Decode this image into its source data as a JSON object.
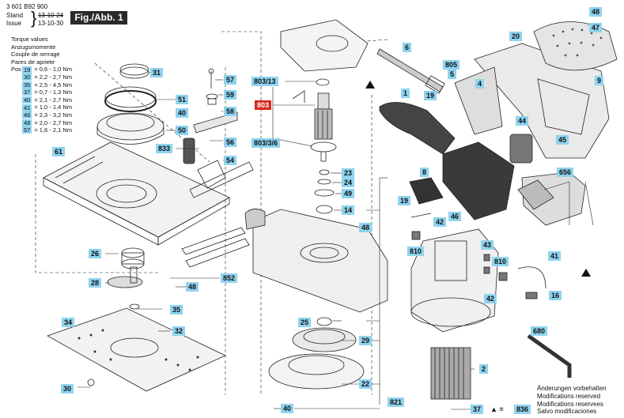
{
  "header": {
    "part_number": "3 601 B92 900",
    "stand_label": "Stand",
    "issue_label": "Issue",
    "stand_date": "13-10-24",
    "issue_date": "13-10-30",
    "figure": "Fig./Abb. 1"
  },
  "torque": {
    "lines": [
      "Torque values",
      "Anzugsmomente",
      "Couple de serrage",
      "Pares de apriete"
    ],
    "pos_label": "Pos",
    "rows": [
      {
        "pos": "19",
        "value": "= 0,6 - 1,0 Nm"
      },
      {
        "pos": "30",
        "value": "= 2,2 - 2,7 Nm"
      },
      {
        "pos": "35",
        "value": "= 2,5 - 4,5 Nm"
      },
      {
        "pos": "37",
        "value": "= 0,7 - 1,3 Nm"
      },
      {
        "pos": "40",
        "value": "= 2,1 - 2,7 Nm"
      },
      {
        "pos": "41",
        "value": "= 1,0 - 1,4 Nm"
      },
      {
        "pos": "46",
        "value": "= 2,3 - 3,2 Nm"
      },
      {
        "pos": "48",
        "value": "= 2,0 - 2,7 Nm"
      },
      {
        "pos": "57",
        "value": "= 1,6 - 2,1 Nm"
      }
    ]
  },
  "labels": {
    "l31": "31",
    "l51": "51",
    "l40a": "40",
    "l50": "50",
    "l61": "61",
    "l833": "833",
    "l57": "57",
    "l59": "59",
    "l58": "58",
    "l56": "56",
    "l54": "54",
    "l26": "26",
    "l28": "28",
    "l48a": "48",
    "l852": "852",
    "l35": "35",
    "l34": "34",
    "l32": "32",
    "l30": "30",
    "l803_13": "803/13",
    "l803": "803",
    "l803_3_6": "803/3/6",
    "l23": "23",
    "l24": "24",
    "l49": "49",
    "l14": "14",
    "l48b": "48",
    "l25": "25",
    "l29": "29",
    "l22": "22",
    "l40b": "40",
    "l821": "821",
    "l6": "6",
    "l805": "805",
    "l5": "5",
    "l4": "4",
    "l20": "20",
    "l48c": "48",
    "l47": "47",
    "l9": "9",
    "l1": "1",
    "l19a": "19",
    "l44": "44",
    "l45": "45",
    "l656": "656",
    "l8": "8",
    "l19b": "19",
    "l46": "46",
    "l42a": "42",
    "l810a": "810",
    "l43": "43",
    "l810b": "810",
    "l41": "41",
    "l42b": "42",
    "l16": "16",
    "l680": "680",
    "l2": "2",
    "l37": "37",
    "l836": "836"
  },
  "symbols": {
    "triangle": "▲",
    "equals_836": "▲ ="
  },
  "notes": [
    "Änderungen vorbehalten",
    "Modifications reserved",
    "Modifications reservees",
    "Salvo modificaciones"
  ]
}
